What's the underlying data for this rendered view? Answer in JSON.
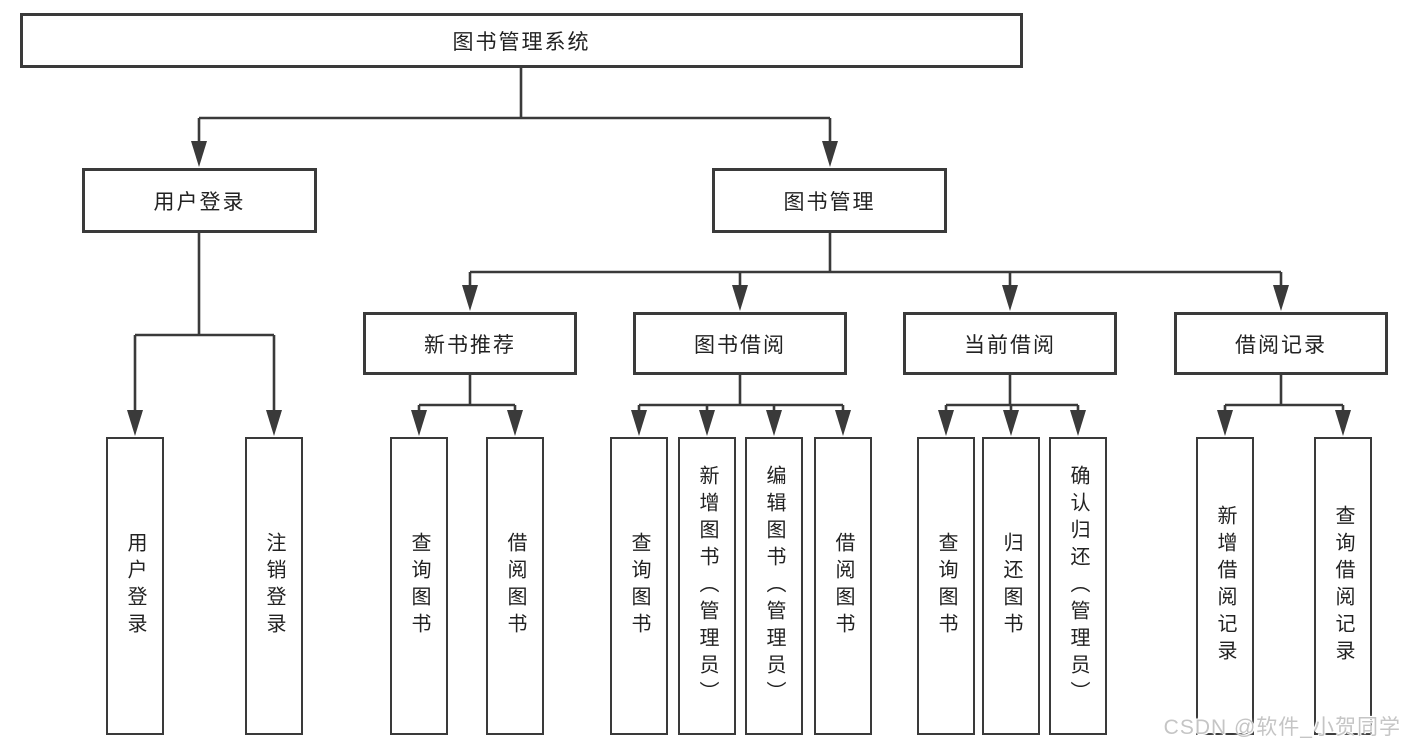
{
  "diagram_type": "hierarchy-tree",
  "colors": {
    "line": "#3a3a3a",
    "box_border": "#3a3a3a",
    "box_fill": "#ffffff",
    "text": "#222222",
    "watermark": "#c5c5c5",
    "background": "#ffffff"
  },
  "tree": {
    "label": "图书管理系统",
    "children": [
      {
        "label": "用户登录",
        "children": [
          {
            "label": "用户登录"
          },
          {
            "label": "注销登录"
          }
        ]
      },
      {
        "label": "图书管理",
        "children": [
          {
            "label": "新书推荐",
            "children": [
              {
                "label": "查询图书"
              },
              {
                "label": "借阅图书"
              }
            ]
          },
          {
            "label": "图书借阅",
            "children": [
              {
                "label": "查询图书"
              },
              {
                "label": "新增图书（管理员）"
              },
              {
                "label": "编辑图书（管理员）"
              },
              {
                "label": "借阅图书"
              }
            ]
          },
          {
            "label": "当前借阅",
            "children": [
              {
                "label": "查询图书"
              },
              {
                "label": "归还图书"
              },
              {
                "label": "确认归还（管理员）"
              }
            ]
          },
          {
            "label": "借阅记录",
            "children": [
              {
                "label": "新增借阅记录"
              },
              {
                "label": "查询借阅记录"
              }
            ]
          }
        ]
      }
    ]
  },
  "watermark": {
    "text": "CSDN @软件_小贺同学"
  }
}
